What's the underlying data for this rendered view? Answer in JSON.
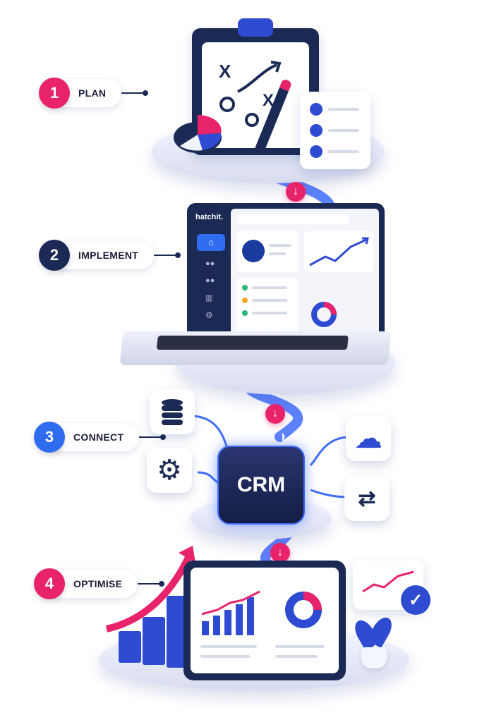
{
  "steps": [
    {
      "number": "1",
      "label": "PLAN",
      "color": "#e8236c"
    },
    {
      "number": "2",
      "label": "IMPLEMENT",
      "color": "#1b2a55"
    },
    {
      "number": "3",
      "label": "CONNECT",
      "color": "#2f6cf0"
    },
    {
      "number": "4",
      "label": "OPTIMISE",
      "color": "#e8236c"
    }
  ],
  "laptop": {
    "brand": "hatchit."
  },
  "crm": {
    "label": "CRM"
  },
  "colors": {
    "accent_pink": "#e8236c",
    "navy": "#1b2a55",
    "blue": "#2f6cf0",
    "path_blue": "#3f6cff"
  }
}
